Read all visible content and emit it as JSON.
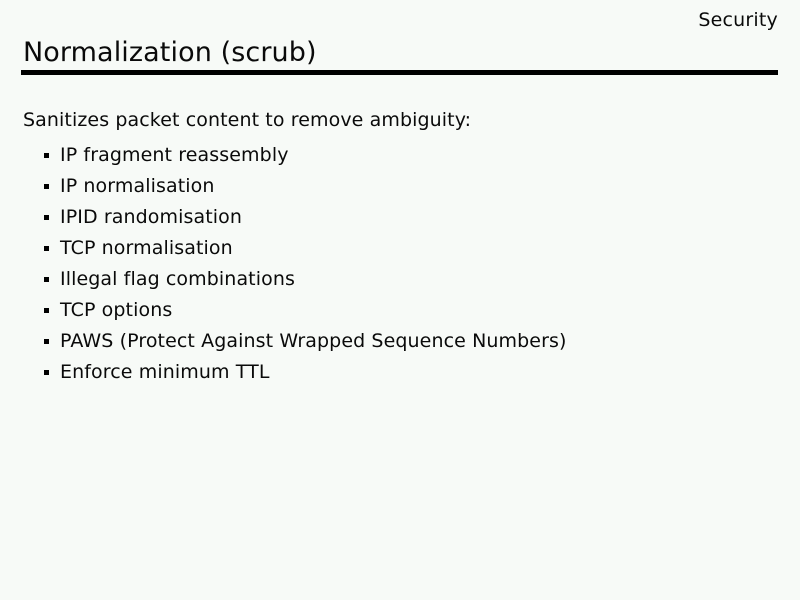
{
  "slide": {
    "header_label": "Security",
    "title": "Normalization (scrub)",
    "intro": "Sanitizes packet content to remove ambiguity:",
    "bullets": [
      {
        "text": "IP fragment reassembly",
        "marker": "square-bullet-icon"
      },
      {
        "text": "IP normalisation",
        "marker": "square-bullet-icon"
      },
      {
        "text": "IPID randomisation",
        "marker": "square-bullet-icon"
      },
      {
        "text": "TCP normalisation",
        "marker": "square-bullet-icon"
      },
      {
        "text": "Illegal flag combinations",
        "marker": "square-bullet-icon"
      },
      {
        "text": "TCP options",
        "marker": "square-bullet-icon"
      },
      {
        "text": "PAWS (Protect Against Wrapped Sequence Numbers)",
        "marker": "square-bullet-icon"
      },
      {
        "text": "Enforce minimum TTL",
        "marker": "square-bullet-icon"
      }
    ],
    "colors": {
      "background": "#f7faf7",
      "text": "#0a0a0a",
      "rule": "#000000"
    }
  }
}
